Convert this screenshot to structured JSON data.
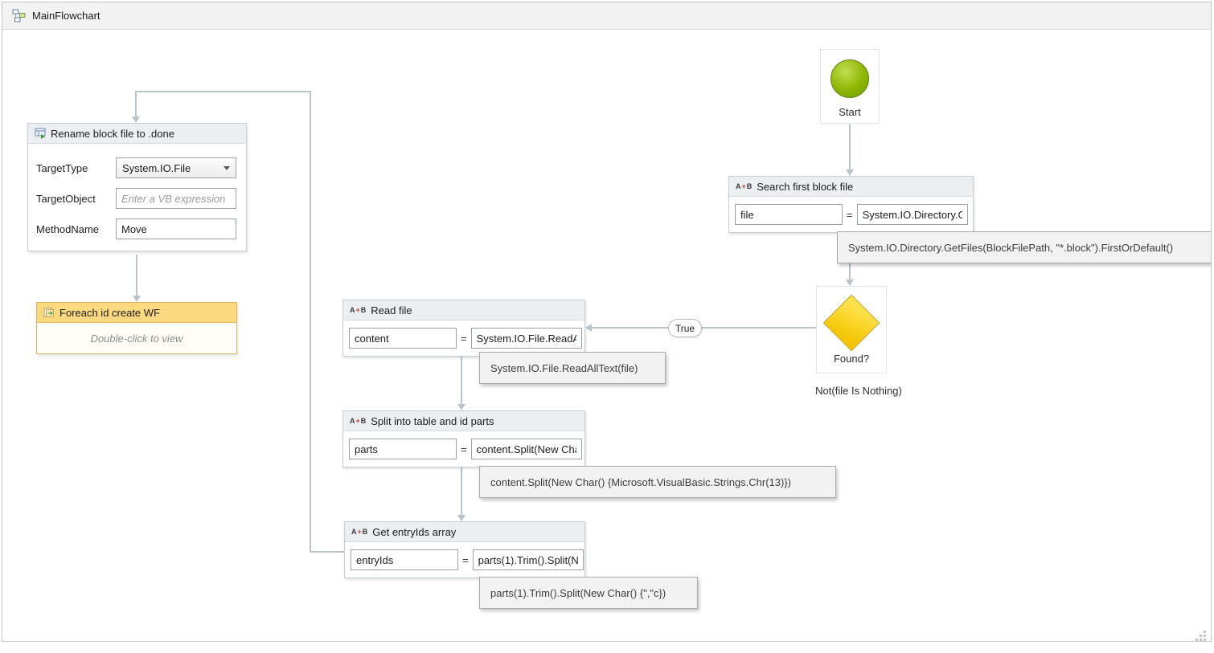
{
  "window": {
    "title": "MainFlowchart"
  },
  "ui": {
    "equals": "=",
    "assign_icon": {
      "a": "A",
      "plus": "+",
      "b": "B"
    }
  },
  "nodes": {
    "start": {
      "label": "Start"
    },
    "search": {
      "title": "Search first block file",
      "variable": "file",
      "expression": "System.IO.Directory.GetFiles(BlockFilePath, \"*.block\").FirstOrDefault()"
    },
    "decision": {
      "label": "Found?",
      "condition": "Not(file Is Nothing)",
      "branch_true": "True"
    },
    "read": {
      "title": "Read file",
      "variable": "content",
      "expression": "System.IO.File.ReadAllText(file)"
    },
    "split": {
      "title": "Split into table and id parts",
      "variable": "parts",
      "expression": "content.Split(New Char() {Microsoft.VisualBasic.Strings.Chr(13)})"
    },
    "entryids": {
      "title": "Get entryIds array",
      "variable": "entryIds",
      "expression": "parts(1).Trim().Split(New Char() {\",\"c})"
    },
    "rename": {
      "title": "Rename block file to .done",
      "target_type_label": "TargetType",
      "target_type_value": "System.IO.File",
      "target_object_label": "TargetObject",
      "target_object_placeholder": "Enter a VB expression",
      "method_name_label": "MethodName",
      "method_name_value": "Move"
    },
    "foreach": {
      "title": "Foreach id create WF",
      "hint": "Double-click to view"
    }
  }
}
